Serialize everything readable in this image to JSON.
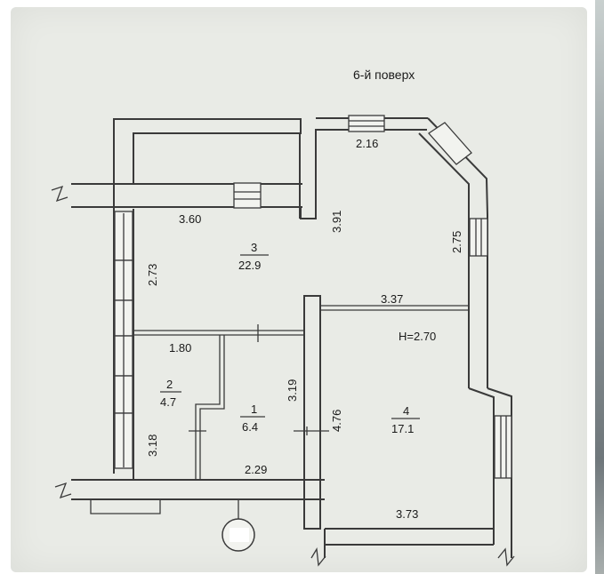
{
  "floor_title": "6-й поверх",
  "ceiling_height": "H=2.70",
  "rooms": [
    {
      "number": "1",
      "area": "6.4"
    },
    {
      "number": "2",
      "area": "4.7"
    },
    {
      "number": "3",
      "area": "22.9"
    },
    {
      "number": "4",
      "area": "17.1"
    }
  ],
  "dimensions": {
    "top_window": "2.16",
    "kitchen_width": "3.60",
    "corridor_depth": "3.91",
    "bay_side": "2.75",
    "left_upper": "2.73",
    "room4_width_top": "3.37",
    "bath_width": "1.80",
    "room1_height": "3.19",
    "room4_height": "4.76",
    "left_lower": "3.18",
    "room1_width": "2.29",
    "room4_width_bottom": "3.73"
  },
  "colors": {
    "paper": "#e9ebe6",
    "lines": "#3a3a3a",
    "text": "#1a1a1a"
  }
}
